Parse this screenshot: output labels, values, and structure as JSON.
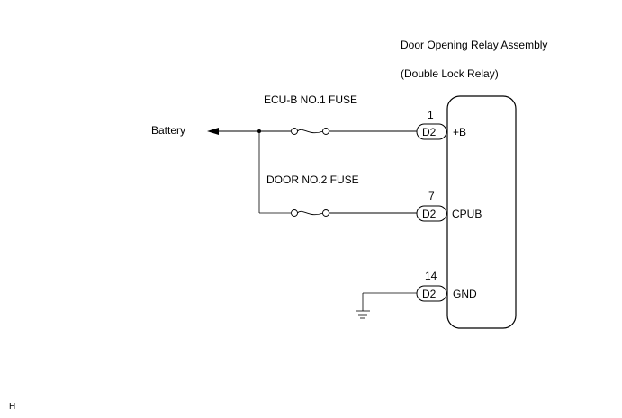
{
  "component": {
    "title": "Door Opening Relay Assembly",
    "subtitle": "(Double Lock Relay)"
  },
  "source_label": "Battery",
  "fuses": [
    {
      "label": "ECU-B NO.1 FUSE"
    },
    {
      "label": "DOOR NO.2 FUSE"
    }
  ],
  "pins": [
    {
      "number": "1",
      "connector": "D2",
      "name": "+B"
    },
    {
      "number": "7",
      "connector": "D2",
      "name": "CPUB"
    },
    {
      "number": "14",
      "connector": "D2",
      "name": "GND"
    }
  ],
  "corner_mark": "H"
}
